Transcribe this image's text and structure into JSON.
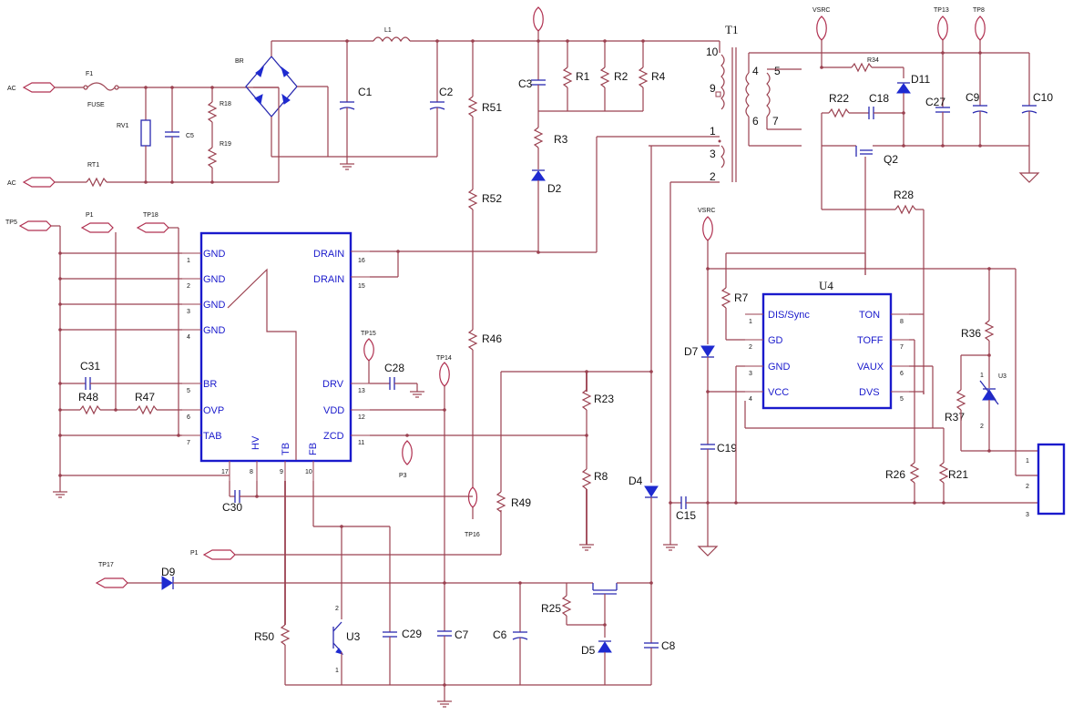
{
  "components": {
    "R1": "R1",
    "R2": "R2",
    "R3": "R3",
    "R4": "R4",
    "R7": "R7",
    "R8": "R8",
    "R18": "R18",
    "R19": "R19",
    "R21": "R21",
    "R22": "R22",
    "R23": "R23",
    "R25": "R25",
    "R26": "R26",
    "R28": "R28",
    "R34": "R34",
    "R36": "R36",
    "R37": "R37",
    "R46": "R46",
    "R47": "R47",
    "R48": "R48",
    "R49": "R49",
    "R50": "R50",
    "R51": "R51",
    "R52": "R52",
    "C1": "C1",
    "C2": "C2",
    "C3": "C3",
    "C5": "C5",
    "C6": "C6",
    "C7": "C7",
    "C8": "C8",
    "C9": "C9",
    "C10": "C10",
    "C15": "C15",
    "C18": "C18",
    "C19": "C19",
    "C27": "C27",
    "C28": "C28",
    "C29": "C29",
    "C30": "C30",
    "C31": "C31",
    "D2": "D2",
    "D4": "D4",
    "D5": "D5",
    "D7": "D7",
    "D9": "D9",
    "D11": "D11",
    "L1": "L1",
    "BR": "BR",
    "RV1": "RV1",
    "RT1": "RT1",
    "F1": "F1",
    "FUSE": "FUSE",
    "Q2": "Q2",
    "U3": "U3",
    "U3b": "U3",
    "T1": "T1",
    "U4": "U4"
  },
  "testpoints": {
    "AC1": "AC",
    "AC2": "AC",
    "TP5": "TP5",
    "P1a": "P1",
    "TP18": "TP18",
    "TP15": "TP15",
    "TP14": "TP14",
    "TP16": "TP16",
    "P3": "P3",
    "P1b": "P1",
    "TP17": "TP17",
    "VSRC1": "VSRC",
    "VSRC2": "VSRC",
    "TP13": "TP13",
    "TP8": "TP8"
  },
  "ic_main": {
    "left_pins": [
      {
        "num": "1",
        "name": "GND"
      },
      {
        "num": "2",
        "name": "GND"
      },
      {
        "num": "3",
        "name": "GND"
      },
      {
        "num": "4",
        "name": "GND"
      },
      {
        "num": "5",
        "name": "BR"
      },
      {
        "num": "6",
        "name": "OVP"
      },
      {
        "num": "7",
        "name": "TAB"
      }
    ],
    "right_pins": [
      {
        "num": "16",
        "name": "DRAIN"
      },
      {
        "num": "15",
        "name": "DRAIN"
      },
      {
        "num": "13",
        "name": "DRV"
      },
      {
        "num": "12",
        "name": "VDD"
      },
      {
        "num": "11",
        "name": "ZCD"
      }
    ],
    "bottom_pins": [
      {
        "num": "17",
        "name": ""
      },
      {
        "num": "8",
        "name": "HV"
      },
      {
        "num": "9",
        "name": "TB"
      },
      {
        "num": "10",
        "name": "FB"
      }
    ]
  },
  "ic_u4": {
    "left_pins": [
      {
        "num": "1",
        "name": "DIS/Sync"
      },
      {
        "num": "2",
        "name": "GD"
      },
      {
        "num": "3",
        "name": "GND"
      },
      {
        "num": "4",
        "name": "VCC"
      }
    ],
    "right_pins": [
      {
        "num": "8",
        "name": "TON"
      },
      {
        "num": "7",
        "name": "TOFF"
      },
      {
        "num": "6",
        "name": "VAUX"
      },
      {
        "num": "5",
        "name": "DVS"
      }
    ]
  },
  "transformer_pins": [
    "10",
    "9",
    "1",
    "3",
    "2",
    "4",
    "5",
    "6",
    "7"
  ],
  "connector_pins": [
    "1",
    "2",
    "3"
  ],
  "u3_pins": [
    "2",
    "1"
  ],
  "u2_pins": [
    "1",
    "2"
  ],
  "colors": {
    "wire": "#9b4150",
    "ic_outline": "#1a1acc",
    "component": "#2a2ab0"
  }
}
